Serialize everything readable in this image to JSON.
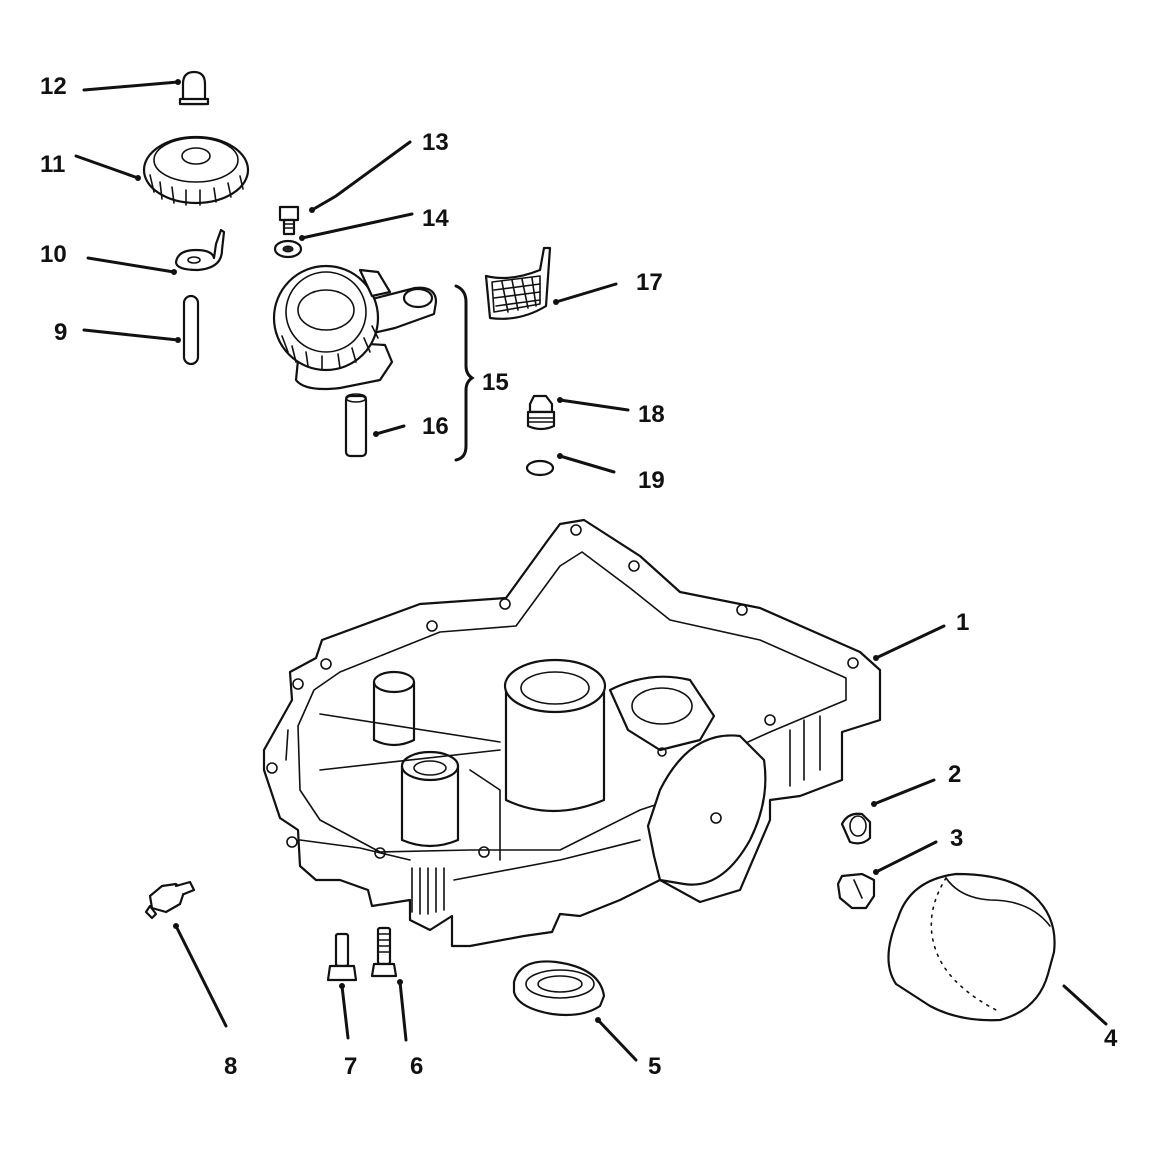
{
  "callouts": {
    "c1": "1",
    "c2": "2",
    "c3": "3",
    "c4": "4",
    "c5": "5",
    "c6": "6",
    "c7": "7",
    "c8": "8",
    "c9": "9",
    "c10": "10",
    "c11": "11",
    "c12": "12",
    "c13": "13",
    "c14": "14",
    "c15": "15",
    "c16": "16",
    "c17": "17",
    "c18": "18",
    "c19": "19"
  },
  "colors": {
    "line": "#111111",
    "background": "#ffffff"
  }
}
